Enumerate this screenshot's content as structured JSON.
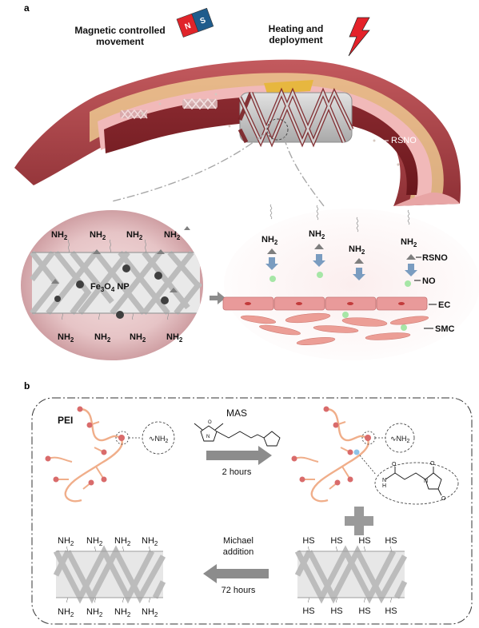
{
  "panel_a": {
    "label": "a",
    "magnet": {
      "caption_line1": "Magnetic controlled",
      "caption_line2": "movement",
      "north": "N",
      "south": "S"
    },
    "heating": {
      "caption_line1": "Heating and",
      "caption_line2": "deployment"
    },
    "rsno_label": "RSNO",
    "nanoparticle": {
      "amine": "NH",
      "amine_sub": "2",
      "fe_prefix": "Fe",
      "fe_sub1": "3",
      "fe_mid": "O",
      "fe_sub2": "4",
      "fe_suffix": " NP"
    },
    "vessel_wall": {
      "amine": "NH",
      "amine_sub": "2",
      "rsno": "RSNO",
      "no": "NO",
      "ec": "EC",
      "smc": "SMC"
    }
  },
  "panel_b": {
    "label": "b",
    "pei": "PEI",
    "pendant_amine": "NH",
    "pendant_amine_sub": "2",
    "reagent": "MAS",
    "step1_time": "2 hours",
    "thiol": "HS",
    "step2_line1": "Michael",
    "step2_line2": "addition",
    "step2_time": "72 hours",
    "amine": "NH",
    "amine_sub": "2",
    "ring_o": "O",
    "ring_n": "N",
    "amide_h": "H",
    "amide_n": "N"
  },
  "colors": {
    "vessel_outer": "#b44a4e",
    "vessel_lumen": "#7a1f24",
    "intima_pink": "#f1b9b9",
    "adventitia_yellow": "#f6d99a",
    "stent_gray": "#c9c9c9",
    "magnet_red": "#e0242a",
    "magnet_blue": "#1f5c8c",
    "bolt_red": "#e4222a",
    "polymer_orange": "#f0ae8a",
    "amine_bead": "#d96b6b",
    "no_green": "#a6e6a6",
    "arrow_gray": "#8c8c8c",
    "step_arrow_blue": "#7a9cc0",
    "cell_pink": "#e99a9a"
  }
}
